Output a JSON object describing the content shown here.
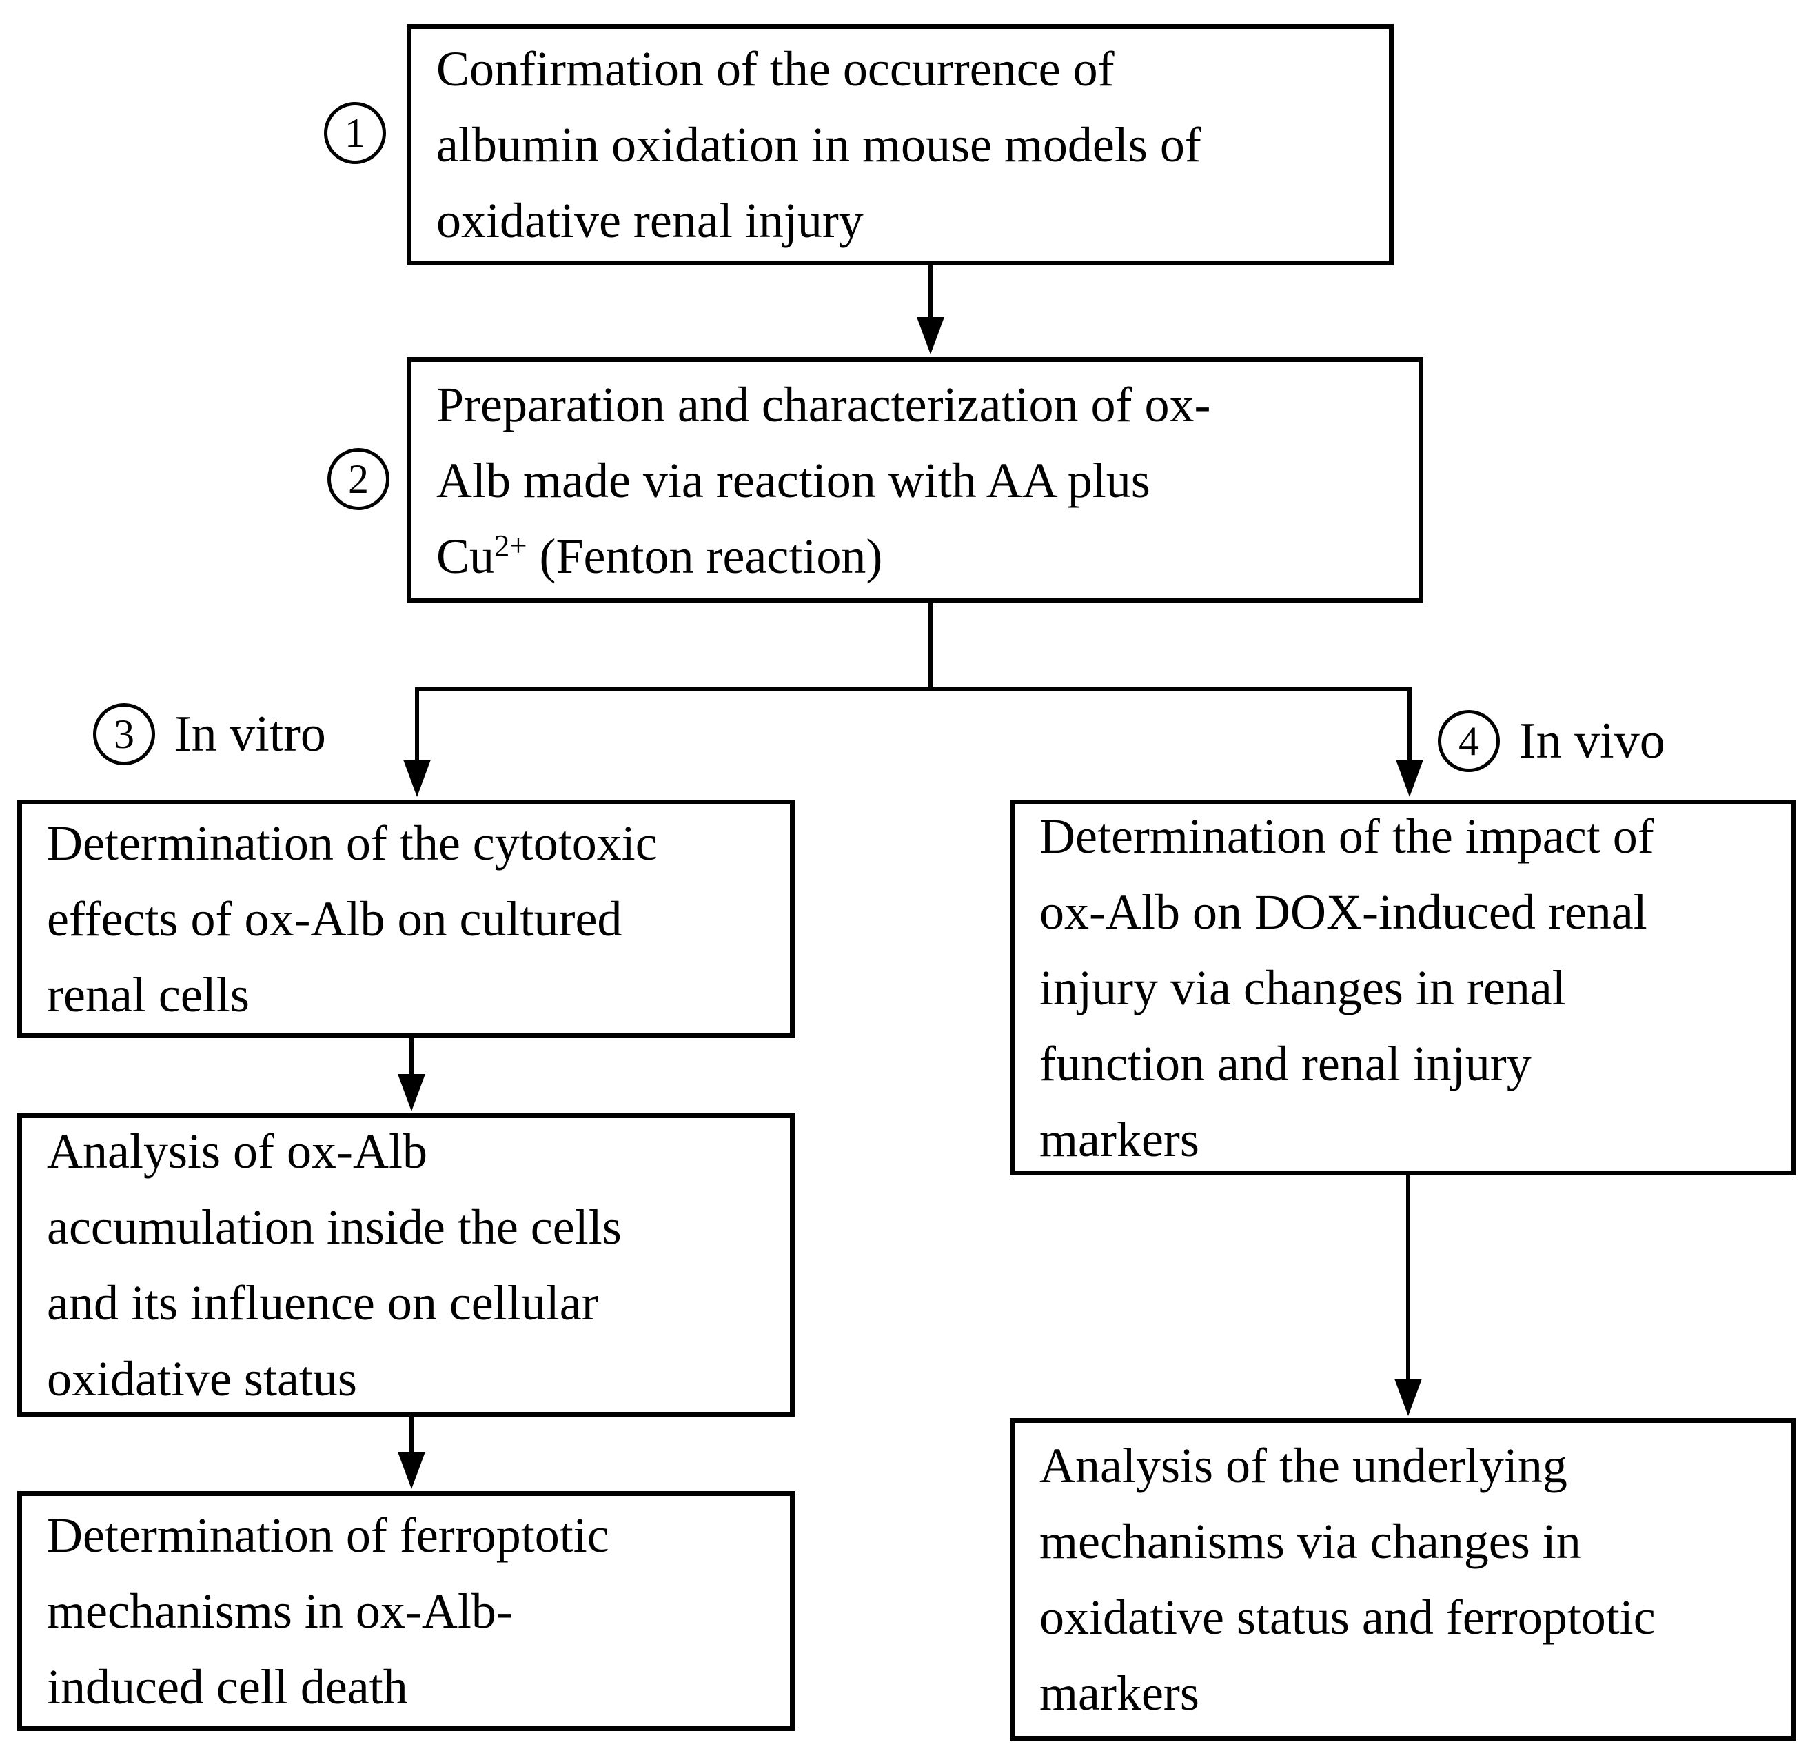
{
  "diagram": {
    "type": "flowchart",
    "colors": {
      "background": "#ffffff",
      "line": "#000000",
      "text": "#000000"
    },
    "steps": {
      "box1": {
        "badge": "1",
        "lines": [
          "Confirmation of the occurrence of",
          "albumin oxidation in mouse models of",
          "oxidative renal injury"
        ]
      },
      "box2": {
        "badge": "2",
        "lines": [
          "Preparation and characterization of ox-",
          "Alb made via reaction with AA plus"
        ],
        "line3": {
          "base": "Cu",
          "sup": "2+",
          "rest": " (Fenton reaction)"
        }
      }
    },
    "branches": {
      "left": {
        "badge": "3",
        "label": "In vitro"
      },
      "right": {
        "badge": "4",
        "label": "In vivo"
      }
    },
    "left_column": {
      "box1": {
        "lines": [
          "Determination of the cytotoxic",
          "effects of ox-Alb on cultured",
          "renal cells"
        ]
      },
      "box2": {
        "lines": [
          "Analysis of ox-Alb",
          "accumulation inside the cells",
          "and its influence on cellular",
          "oxidative status"
        ]
      },
      "box3": {
        "lines": [
          "Determination of ferroptotic",
          "mechanisms in ox-Alb-",
          "induced cell death"
        ]
      }
    },
    "right_column": {
      "box1": {
        "lines": [
          "Determination of the impact of",
          "ox-Alb on DOX-induced renal",
          "injury via changes in renal",
          "function and renal injury",
          "markers"
        ]
      },
      "box2": {
        "lines": [
          "Analysis of the underlying",
          "mechanisms via changes in",
          "oxidative status and ferroptotic",
          "markers"
        ]
      }
    }
  }
}
